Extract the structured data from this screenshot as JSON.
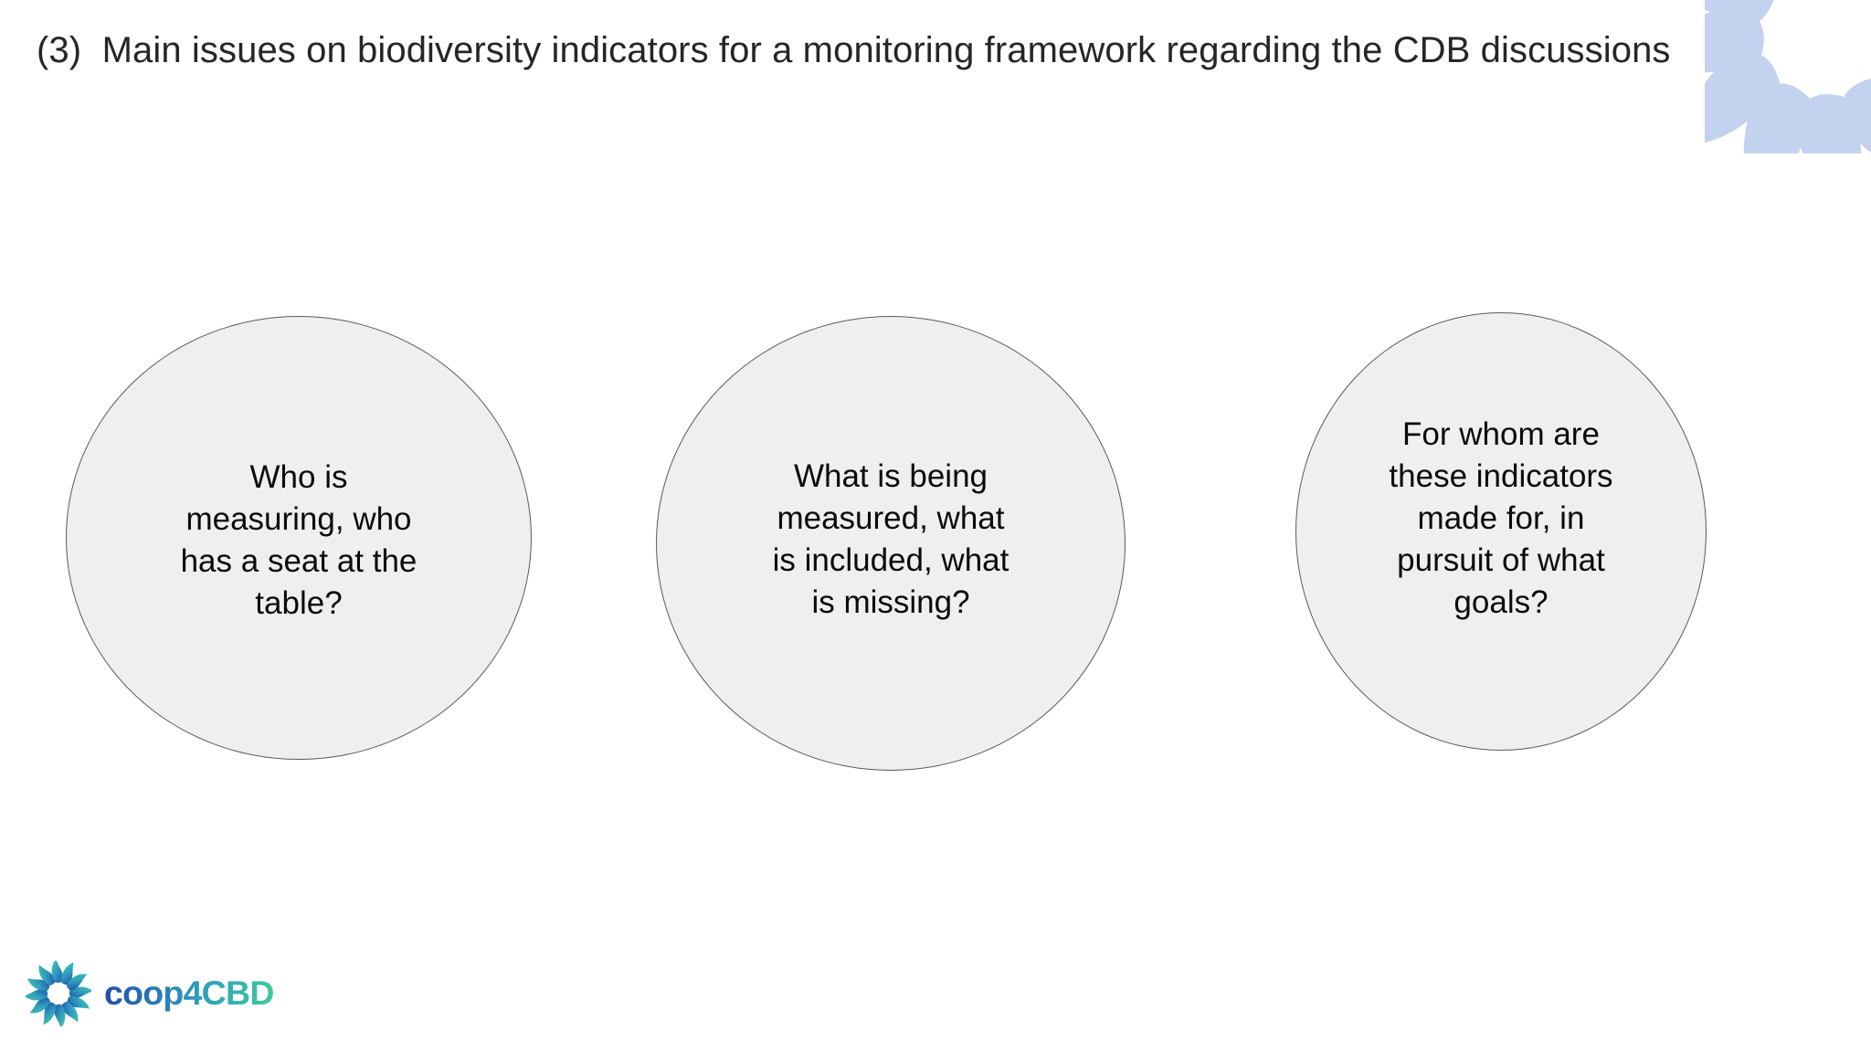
{
  "slide": {
    "title": "(3)  Main issues on biodiversity indicators for a monitoring framework regarding the CDB discussions",
    "background_color": "#ffffff",
    "title_color": "#262626"
  },
  "circles": [
    {
      "id": "circle-1",
      "text": "Who is\nmeasuring, who\nhas a seat at the\ntable?",
      "lines": [
        "Who is",
        "measuring, who",
        "has a seat at the",
        "table?"
      ],
      "fill_color": "#efefef",
      "border_color": "#5a5a5a",
      "text_color": "#0a0a0a"
    },
    {
      "id": "circle-2",
      "text": "What is being\nmeasured, what\nis included, what\nis missing?",
      "lines": [
        "What is being",
        "measured, what",
        "is included, what",
        "is missing?"
      ],
      "fill_color": "#efefef",
      "border_color": "#5a5a5a",
      "text_color": "#0a0a0a"
    },
    {
      "id": "circle-3",
      "text": "For whom are\nthese indicators\nmade for, in\npursuit of what\ngoals?",
      "lines": [
        "For whom are",
        "these indicators",
        "made for, in",
        "pursuit of what",
        "goals?"
      ],
      "fill_color": "#efefef",
      "border_color": "#5a5a5a",
      "text_color": "#0a0a0a"
    }
  ],
  "footer": {
    "logo_name": "coop4cbd-logo",
    "logo_text": "coop4CBD",
    "logo_text_part_1": "coop",
    "logo_text_part_2": "4",
    "logo_text_part_3": "CBD",
    "logo_color_start": "#1f4fa8",
    "logo_color_mid": "#2f9bbf",
    "logo_color_end": "#3ec9a0"
  },
  "decoration": {
    "name": "pinwheel-leaves-decoration",
    "color": "#c3d2ee"
  }
}
